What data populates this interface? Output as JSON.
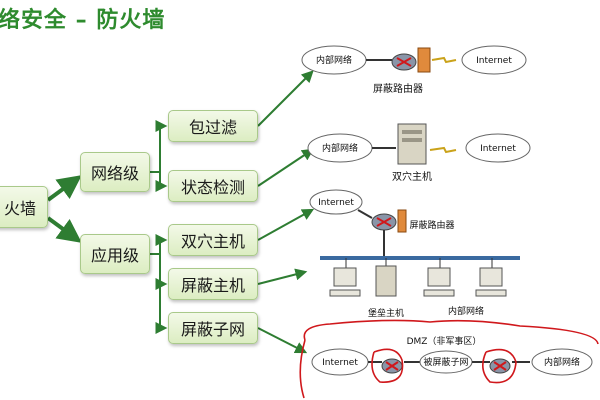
{
  "title": "络安全 – 防火墙",
  "tree": {
    "root": "火墙",
    "network_level": "网络级",
    "app_level": "应用级",
    "packet_filter": "包过滤",
    "state_inspection": "状态检测",
    "dual_host": "双穴主机",
    "screened_host": "屏蔽主机",
    "screened_subnet": "屏蔽子网"
  },
  "diagrams": {
    "d1": {
      "inner": "内部网络",
      "internet": "Internet",
      "router": "屏蔽路由器"
    },
    "d2": {
      "inner": "内部网络",
      "internet": "Internet",
      "host": "双穴主机"
    },
    "d3": {
      "internet": "Internet",
      "router": "屏蔽路由器",
      "bastion": "堡垒主机",
      "inner": "内部网络"
    },
    "d4": {
      "internet": "Internet",
      "dmz": "DMZ（非军事区）",
      "subnet": "被屏蔽子网",
      "inner": "内部网络"
    }
  },
  "colors": {
    "arrow": "#2e7d32",
    "annotation": "#d0181c",
    "node_border": "#a9c98a"
  }
}
